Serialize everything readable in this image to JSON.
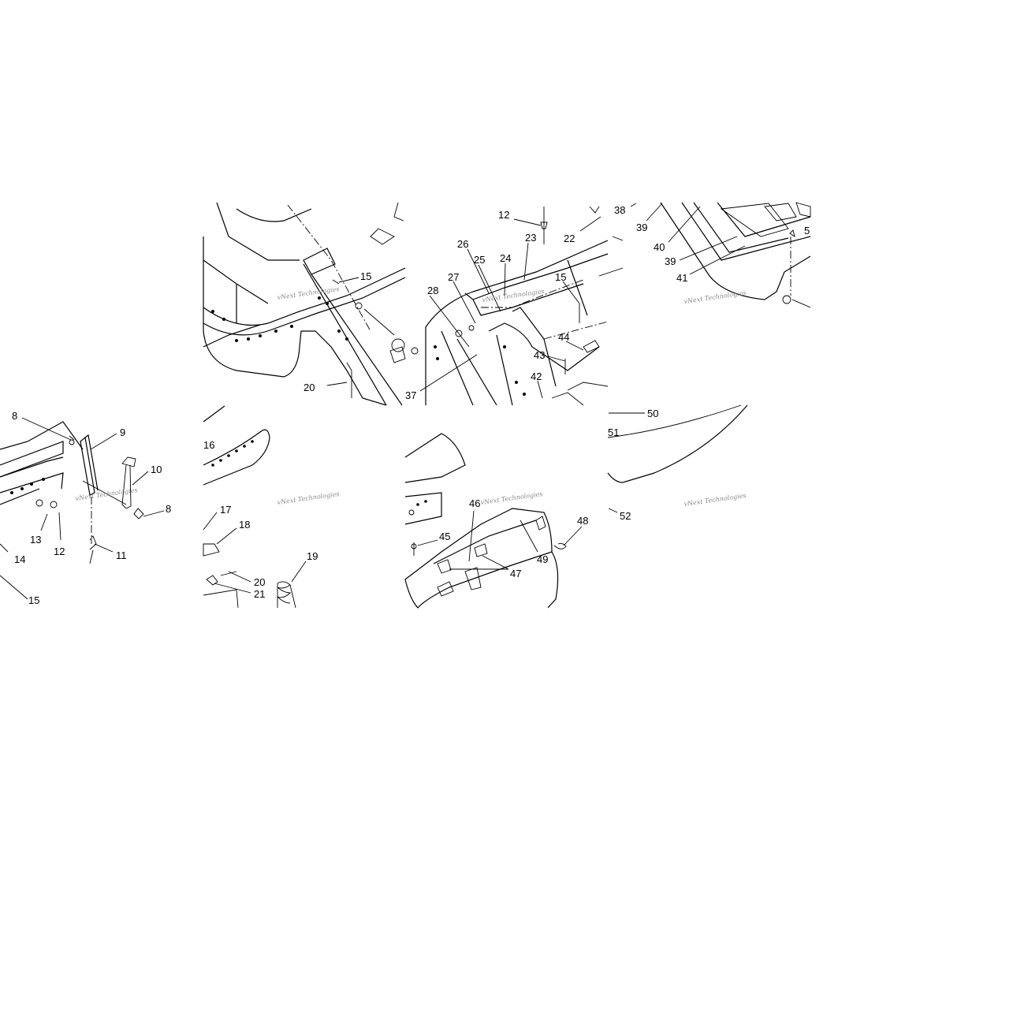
{
  "watermark": "vNext Technologies",
  "callouts": {
    "tile_a": [
      "15",
      "20"
    ],
    "tile_b": [
      "12",
      "22",
      "23",
      "26",
      "25",
      "24",
      "27",
      "28",
      "15",
      "44",
      "43",
      "42",
      "37"
    ],
    "tile_c": [
      "38",
      "39",
      "40",
      "39",
      "41",
      "5"
    ],
    "tile_d": [
      "8",
      "9",
      "10",
      "8",
      "13",
      "12",
      "11",
      "14",
      "15"
    ],
    "tile_e": [
      "16",
      "17",
      "18",
      "19",
      "20",
      "21"
    ],
    "tile_f": [
      "46",
      "45",
      "47",
      "48",
      "49"
    ],
    "tile_g": [
      "50",
      "51",
      "52"
    ]
  }
}
